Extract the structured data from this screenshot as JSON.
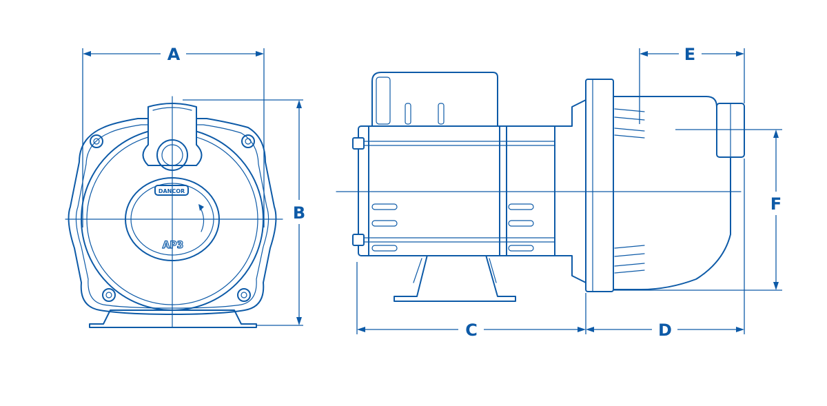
{
  "diagram": {
    "dimension_labels": {
      "a": "A",
      "b": "B",
      "c": "C",
      "d": "D",
      "e": "E",
      "f": "F"
    },
    "front_view": {
      "brand_text": "DANCOR",
      "model_text": "AP3"
    },
    "colors": {
      "line": "#0d5aa7",
      "background": "#ffffff"
    }
  }
}
